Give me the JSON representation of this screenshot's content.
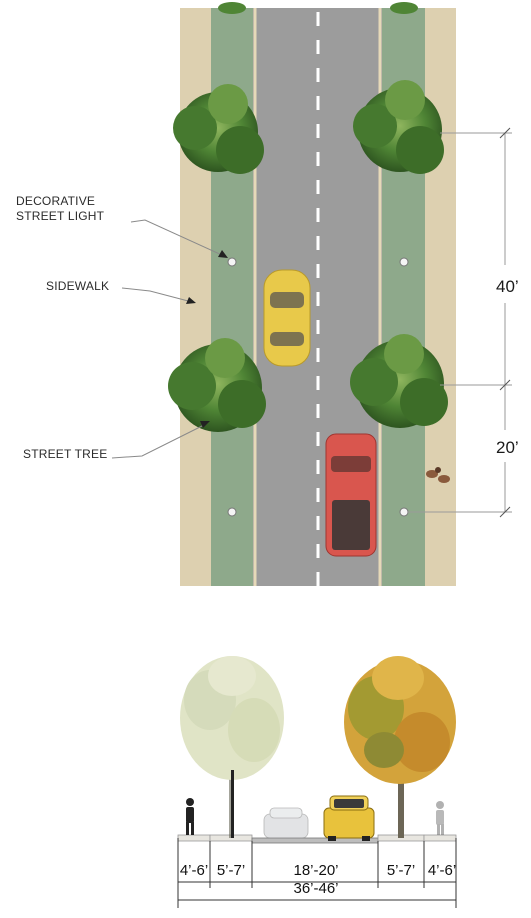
{
  "plan_labels": {
    "decorative_street_light": "DECORATIVE\nSTREET LIGHT",
    "sidewalk": "SIDEWALK",
    "street_tree": "STREET TREE"
  },
  "plan_dimensions": {
    "tree_spacing": "40’",
    "light_offset": "20’"
  },
  "section_dimensions": {
    "left_sidewalk": "4’-6’",
    "left_planting": "5’-7’",
    "roadway": "18’-20’",
    "right_planting": "5’-7’",
    "right_sidewalk": "4’-6’",
    "total": "36’-46’"
  },
  "colors": {
    "sidewalk": "#ddd0b0",
    "planting_strip": "#8ea98b",
    "road": "#9c9c9c",
    "car_yellow": "#e8c94a",
    "car_red": "#d9564e",
    "tree_dark": "#3f6e2a",
    "tree_light": "#87a85c"
  }
}
